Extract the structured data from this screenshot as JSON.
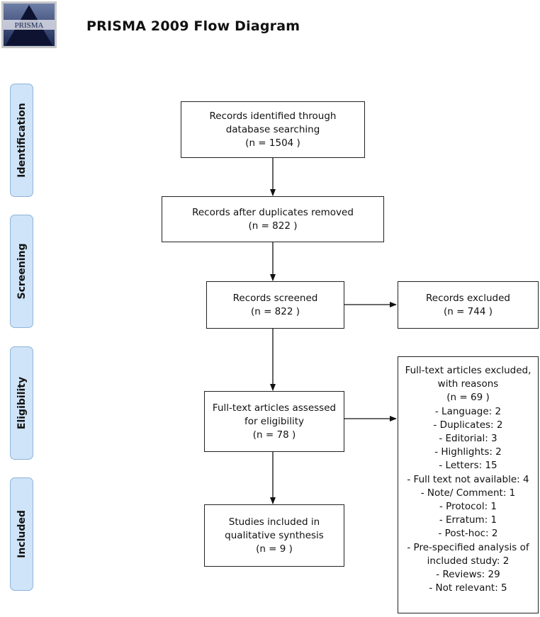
{
  "header": {
    "logo_text": "PRISMA",
    "title": "PRISMA 2009 Flow Diagram"
  },
  "stages": {
    "identification": "Identification",
    "screening": "Screening",
    "eligibility": "Eligibility",
    "included": "Included"
  },
  "boxes": {
    "identified": {
      "line1": "Records identified through",
      "line2": "database searching",
      "count": "(n = 1504 )"
    },
    "deduplicated": {
      "line1": "Records after duplicates removed",
      "count": "(n = 822 )"
    },
    "screened": {
      "line1": "Records screened",
      "count": "(n = 822 )"
    },
    "excluded": {
      "line1": "Records excluded",
      "count": "(n = 744 )"
    },
    "fulltext": {
      "line1": "Full-text articles assessed",
      "line2": "for eligibility",
      "count": "(n = 78 )"
    },
    "included": {
      "line1": "Studies included in",
      "line2": "qualitative synthesis",
      "count": "(n = 9 )"
    },
    "fulltext_excluded": {
      "lines": [
        "Full-text articles excluded,",
        "with reasons",
        "(n = 69 )",
        "- Language: 2",
        "- Duplicates: 2",
        "- Editorial: 3",
        "- Highlights: 2",
        "- Letters: 15",
        "- Full text not available: 4",
        "- Note/ Comment: 1",
        "- Protocol: 1",
        "- Erratum: 1",
        "- Post-hoc: 2",
        "- Pre-specified analysis of",
        "included study: 2",
        "- Reviews: 29",
        "- Not relevant: 5"
      ]
    }
  }
}
